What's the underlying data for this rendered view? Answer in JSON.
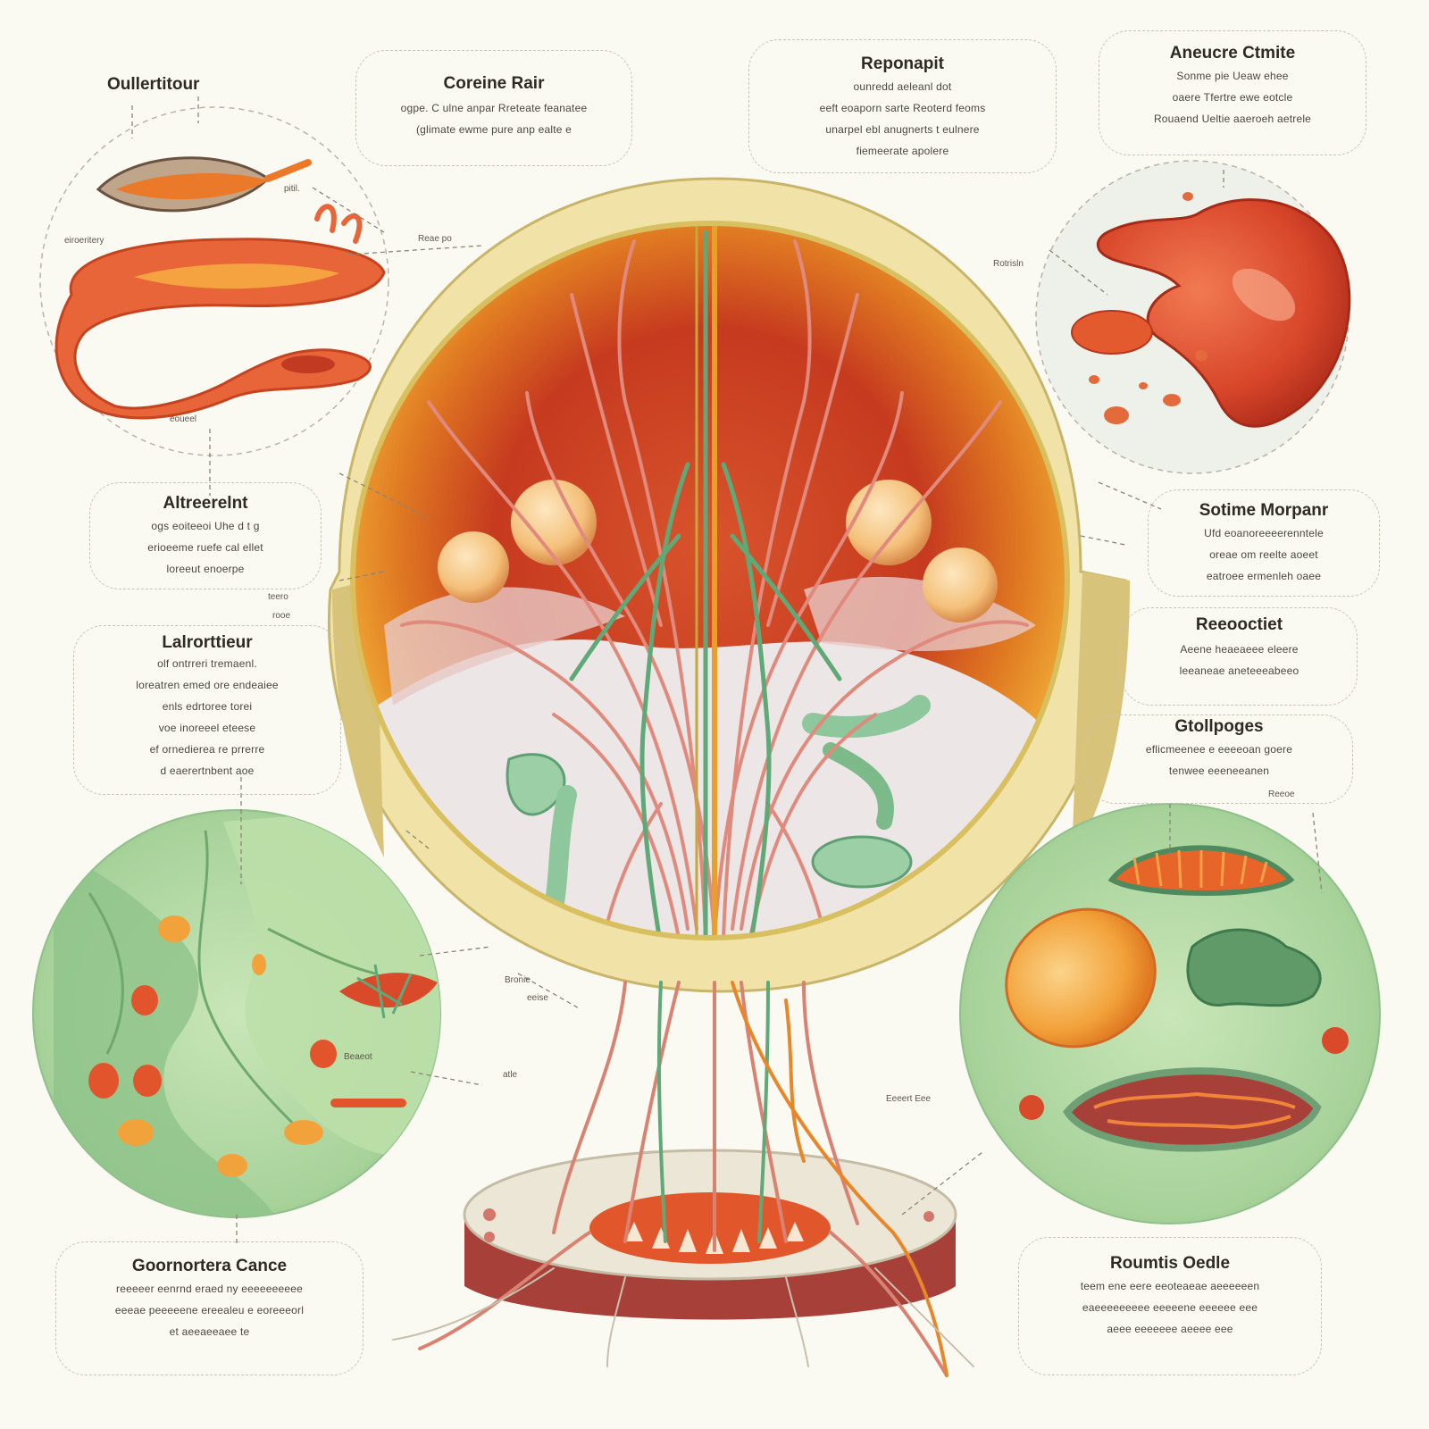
{
  "palette": {
    "background": "#fbfaf2",
    "cell_orange": "#e9a22a",
    "cell_red": "#c6361e",
    "vein_pink": "#d98272",
    "vein_green": "#5fa878",
    "stand_cream": "#f0e6b4",
    "green_panel": "#a9d29a",
    "base_red": "#a8403a"
  },
  "labels": {
    "outer_title": "Oullertitour",
    "top_center": {
      "title": "Coreine Rair",
      "lines": [
        "ogpe. C ulne anpar Rreteate feanatee",
        "(glimate ewme pure anp ealte e"
      ]
    },
    "top_right_center": {
      "title": "Reponapit",
      "lines": [
        "ounredd aeleanl dot",
        "eeft eoaporn sarte Reoterd feoms",
        "unarpel ebl anugnerts t eulnere",
        "fiemeerate apolere"
      ]
    },
    "top_right": {
      "title": "Aneucre Ctmite",
      "lines": [
        "Sonme pie Ueaw ehee",
        "oaere Tfertre ewe eotcle",
        "Rouaend Ueltie aaeroeh aetrele"
      ]
    },
    "left_mid": {
      "title": "Altreerelnt",
      "lines": [
        "ogs eoiteeoi Uhe d t g",
        "erioeeme ruefe cal ellet",
        "loreeut enoerpe"
      ]
    },
    "left_low": {
      "title": "Lalrorttieur",
      "lines": [
        "olf ontrreri tremaenl.",
        "loreatren emed ore endeaiee",
        "enls edrtoree torei",
        "voe inoreeel eteese",
        "ef ornedierea re prrerre",
        "d eaerertnbent aoe"
      ]
    },
    "right_mid": {
      "title": "Sotime Morpanr",
      "lines": [
        "Ufd eoanoreeeerenntele",
        "oreae om reelte aoeet",
        "eatroee ermenleh oaee"
      ]
    },
    "right_low": {
      "title": "Reeooctiet",
      "lines": [
        "Aeene heaeaeee eleere",
        "leeaneae aneteeeabeeo"
      ]
    },
    "right_lower": {
      "title": "Gtollpoges",
      "lines": [
        "eflicmeenee e eeeeoan goere",
        "tenwee eeeneeanen"
      ]
    },
    "bottom_left": {
      "title": "Goornortera Cance",
      "lines": [
        "reeeeer eenrnd eraed ny eeeeeeeeee",
        "eeeae peeeeene ereealeu e eoreeeorl",
        "et aeeaeeaee te"
      ]
    },
    "bottom_right": {
      "title": "Roumtis Oedle",
      "lines": [
        "teem ene eere eeoteaeae aeeeeeen",
        "eaeeeeeeeee eeeeene eeeeee eee",
        "aeee eeeeeee aeeee eee"
      ]
    },
    "small_tags": {
      "t1": "pitil.",
      "t2": "eiroeritery",
      "t3": "Reae po",
      "t4": "eoueel",
      "t5": "Rotrisln",
      "t6": "teero",
      "t7": "rooe",
      "t8": "Reeoe",
      "t9": "Bronie",
      "t10": "eeise",
      "t11": "Beaeot",
      "t12": "atle",
      "t13": "Eeeert Eee"
    }
  }
}
